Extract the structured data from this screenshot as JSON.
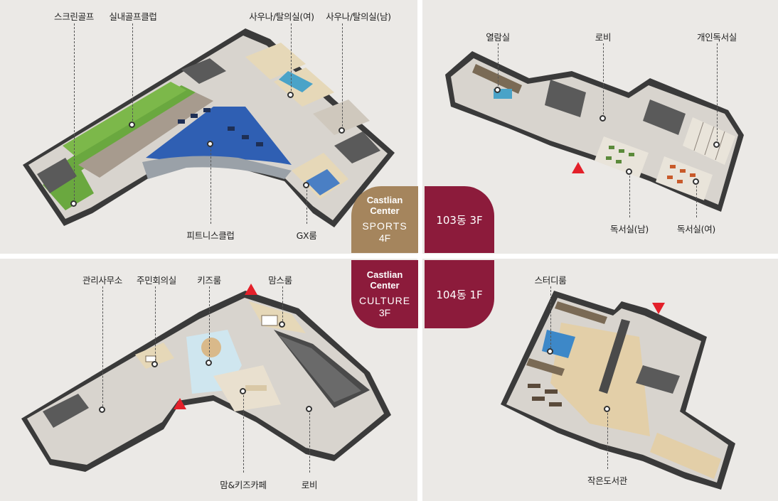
{
  "badges": {
    "sports": {
      "line1": "Castlian",
      "line2": "Center",
      "name": "SPORTS",
      "floor": "4F"
    },
    "building_103": "103동 3F",
    "culture": {
      "line1": "Castlian",
      "line2": "Center",
      "name": "CULTURE",
      "floor": "3F"
    },
    "building_104": "104동 1F"
  },
  "top_left": {
    "screen_golf": "스크린골프",
    "indoor_golf": "실내골프클럽",
    "sauna_women": "사우나/탈의실(여)",
    "sauna_men": "사우나/탈의실(남)",
    "fitness": "피트니스클럽",
    "gx_room": "GX룸"
  },
  "top_right": {
    "reading_room": "열람실",
    "lobby": "로비",
    "private_study": "개인독서실",
    "study_men": "독서실(남)",
    "study_women": "독서실(여)"
  },
  "bottom_left": {
    "management_office": "관리사무소",
    "residents_meeting": "주민회의실",
    "kids_room": "키즈룸",
    "moms_room": "맘스룸",
    "mom_kids_cafe": "맘&키즈카페",
    "lobby": "로비"
  },
  "bottom_right": {
    "study_room": "스터디룸",
    "small_library": "작은도서관"
  },
  "colors": {
    "background": "#ebe9e6",
    "burgundy": "#8c1b3b",
    "gold": "#a5855d",
    "entrance_arrow": "#e3202a",
    "fitness_floor": "#2f5fb3",
    "golf_green": "#6aa83f"
  }
}
